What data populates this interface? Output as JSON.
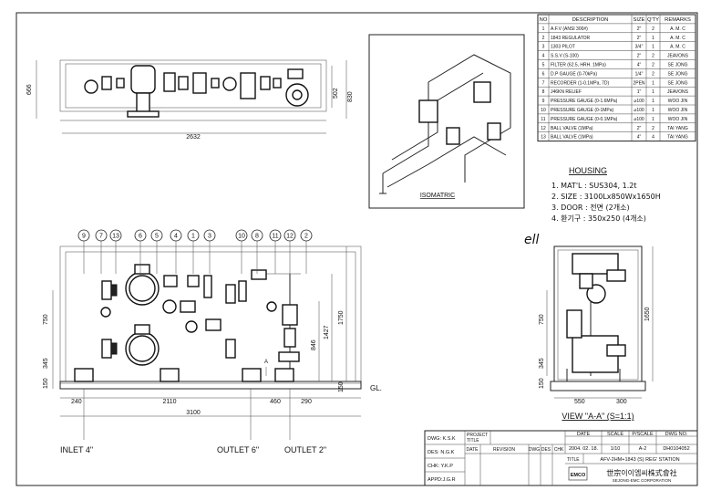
{
  "bom": {
    "headers": [
      "NO",
      "DESCRIPTION",
      "SIZE",
      "Q'TY",
      "REMARKS"
    ],
    "rows": [
      [
        "1",
        "A.F.V (ANSI 300#)",
        "2\"",
        "2",
        "A. M. C"
      ],
      [
        "2",
        "1843 REGULATOR",
        "2\"",
        "1",
        "A. M. C"
      ],
      [
        "3",
        "1303 PILOT",
        "3/4\"",
        "1",
        "A. M. C"
      ],
      [
        "4",
        "S.S.V (S-100)",
        "2\"",
        "2",
        "JEAVONS"
      ],
      [
        "5",
        "FILTER (62.5, HRH. 1MPa)",
        "4\"",
        "2",
        "SE JONG"
      ],
      [
        "6",
        "D.P GAUGE (0-70kPa)",
        "1/4\"",
        "2",
        "SE JONG"
      ],
      [
        "7",
        "RECORDER (1-0.1MPa, 7D)",
        "2PEN",
        "1",
        "SE JONG"
      ],
      [
        "8",
        "J46KN RELIEF",
        "1\"",
        "1",
        "JEAVONS"
      ],
      [
        "9",
        "PRESSURE GAUGE (0-1.6MPa)",
        "⌀100",
        "1",
        "WOO JIN"
      ],
      [
        "10",
        "PRESSURE GAUGE (0-1MPa)",
        "⌀100",
        "1",
        "WOO JIN"
      ],
      [
        "11",
        "PRESSURE GAUGE (0-0.1MPa)",
        "⌀100",
        "1",
        "WOO JIN"
      ],
      [
        "12",
        "BALL VALVE (1MPa)",
        "2\"",
        "2",
        "TAI YANG"
      ],
      [
        "13",
        "BALL VALVE (1MPa)",
        "4\"",
        "4",
        "TAI YANG"
      ]
    ]
  },
  "housing": {
    "title": "HOUSING",
    "lines": [
      "1. MAT'L : SUS304, 1.2t",
      "2. SIZE : 3100Lx850Wx1650H",
      "3. DOOR : 전면 (2개소)",
      "4. 환기구 : 350x250 (4개소)"
    ],
    "signature": "ell"
  },
  "labels": {
    "isometric": "ISOMATRIC",
    "view": "VIEW \"A-A\" (S=1:1)",
    "inlet": "INLET 4\"",
    "outlet6": "OUTLET 6\"",
    "outlet2": "OUTLET 2\"",
    "gl": "GL.",
    "a_mark": "A"
  },
  "balloons": [
    "9",
    "7",
    "13",
    "6",
    "5",
    "4",
    "1",
    "3",
    "10",
    "8",
    "11",
    "12",
    "2"
  ],
  "dims": {
    "top": {
      "width": "2632",
      "height_left": "666",
      "height_r1": "502",
      "height_r2": "830"
    },
    "front": {
      "h750": "750",
      "h345": "345",
      "h150": "150",
      "h846": "846",
      "h1427": "1427",
      "h1750": "1750",
      "h150r": "150",
      "w240": "240",
      "w2110": "2110",
      "w460": "460",
      "w290": "290",
      "w3100": "3100"
    },
    "side": {
      "h1650": "1650",
      "h750": "750",
      "h345": "345",
      "h150": "150",
      "w550": "550",
      "w300": "300"
    }
  },
  "title_block": {
    "dwg_label": "DWG: K.S.K",
    "des_label": "DES: N.G.K",
    "chk_label": "CHK: Y.K.P",
    "appd_label": "APPD:J.G.R",
    "project_label": "PROJECT",
    "title_label": "TITLE",
    "date_label": "DATE",
    "scale_label": "SCALE",
    "pscale_label": "P/SCALE",
    "dwgno_label": "DWG NO.",
    "date_value": "2004. 02. 18.",
    "scale_value": "1/10",
    "pscale_value": "A-2",
    "dwgno_value": "DH0104052",
    "rev_headers": [
      "DATE",
      "REVISION",
      "DWG",
      "DES",
      "CHK"
    ],
    "title_row_label": "TITLE",
    "title_value": "AFV-2HM+1843 (S) REG' STATION",
    "company_logo": "EMCO",
    "company_name": "世宗이이엠씨株式會社",
    "company_sub": "SEJONG-EMC CORPORATION"
  }
}
